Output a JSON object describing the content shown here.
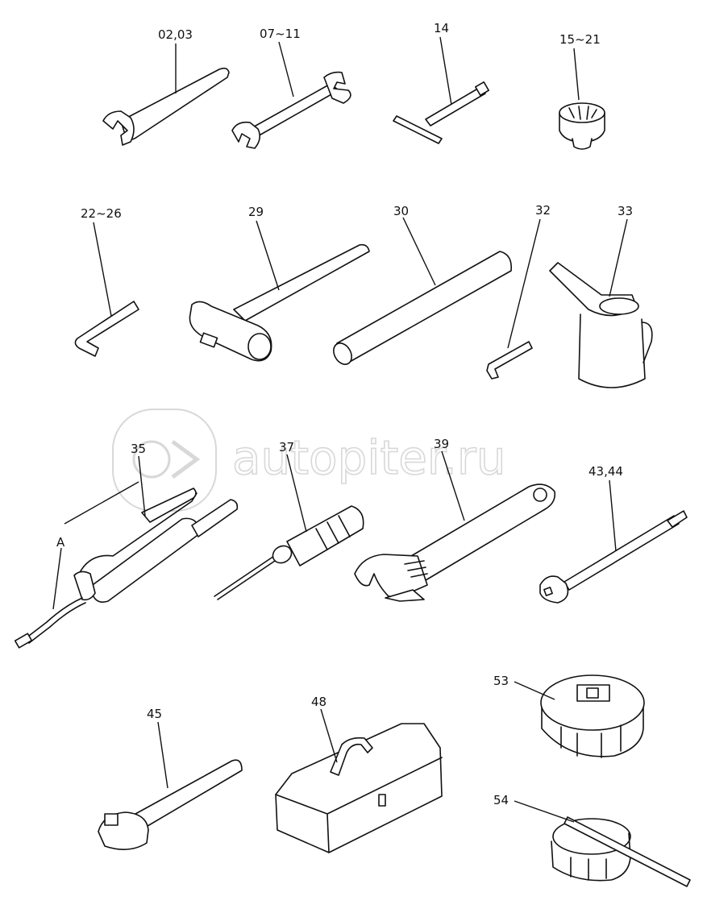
{
  "diagram": {
    "callouts": {
      "p02_03": "02,03",
      "p07_11": "07~11",
      "p14": "14",
      "p15_21": "15~21",
      "p22_26": "22~26",
      "p29": "29",
      "p30": "30",
      "p32": "32",
      "p33": "33",
      "p35": "35",
      "pA": "A",
      "p37": "37",
      "p39": "39",
      "p43_44": "43,44",
      "p45": "45",
      "p48": "48",
      "p53": "53",
      "p54": "54"
    },
    "parts": [
      {
        "ref": "02,03",
        "icon": "open-end-wrench-icon"
      },
      {
        "ref": "07~11",
        "icon": "double-open-end-wrench-icon"
      },
      {
        "ref": "14",
        "icon": "t-handle-socket-wrench-icon"
      },
      {
        "ref": "15~21",
        "icon": "socket-icon"
      },
      {
        "ref": "22~26",
        "icon": "hex-key-icon"
      },
      {
        "ref": "29",
        "icon": "hammer-icon"
      },
      {
        "ref": "30",
        "icon": "pipe-icon"
      },
      {
        "ref": "32",
        "icon": "l-wrench-icon"
      },
      {
        "ref": "33",
        "icon": "oil-can-icon"
      },
      {
        "ref": "35",
        "icon": "grease-gun-icon"
      },
      {
        "ref": "37",
        "icon": "screwdriver-icon"
      },
      {
        "ref": "39",
        "icon": "adjustable-wrench-icon"
      },
      {
        "ref": "43,44",
        "icon": "extension-bar-icon"
      },
      {
        "ref": "45",
        "icon": "ratchet-handle-icon"
      },
      {
        "ref": "48",
        "icon": "tool-box-icon"
      },
      {
        "ref": "53",
        "icon": "oil-filter-cap-wrench-icon"
      },
      {
        "ref": "54",
        "icon": "filter-band-wrench-icon"
      }
    ]
  },
  "watermark": {
    "text": "autopiter.ru",
    "icon": "autopiter-logo-icon",
    "color": "#d8d8d8"
  }
}
